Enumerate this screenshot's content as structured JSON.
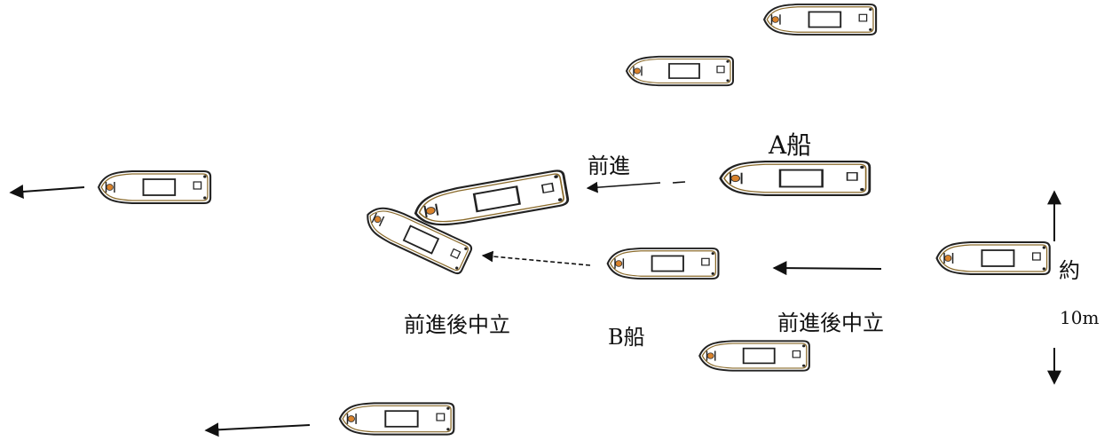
{
  "labels": {
    "ship_a": "A船",
    "ship_b": "B船",
    "forward": "前進",
    "forward_then_neutral_left": "前進後中立",
    "forward_then_neutral_right": "前進後中立",
    "approx": "約",
    "distance": "10m"
  },
  "colors": {
    "hull_outline": "#222222",
    "hull_fill": "#ffffff",
    "fender": "#8a6a2a",
    "engine_mark": "#d9822b",
    "arrow": "#111111"
  }
}
